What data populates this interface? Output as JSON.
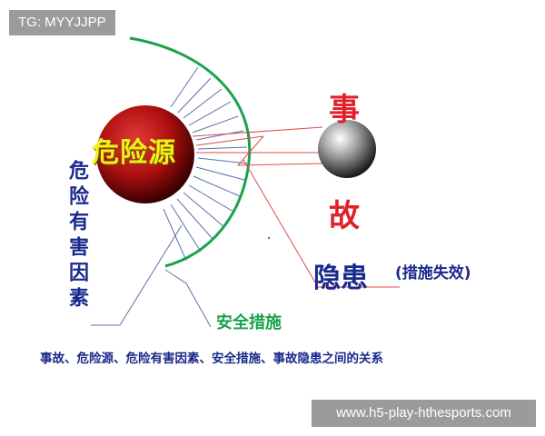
{
  "badge": {
    "text": "TG: MYYJJPP"
  },
  "watermark": {
    "text": "www.h5-play-hthesports.com"
  },
  "labels": {
    "hazard_source": "危险源",
    "hazard_factors": "危险有害因素",
    "accident_top": "事",
    "accident_bottom": "故",
    "hidden_danger": "隐患",
    "measure_failure": "(措施失效)",
    "safety_measures": "安全措施"
  },
  "caption": "事故、危险源、危险有害因素、安全措施、事故隐患之间的关系",
  "colors": {
    "hazard_text": "#f0f018",
    "factor_text": "#1a2a8c",
    "accident_text": "#e0202a",
    "safety_text": "#1aa24a",
    "barrier_arc": "#1aa24a",
    "red_ball": "#b01010",
    "grey_ball": "#7a7a7a",
    "connector_red": "#e04a4a",
    "hatch_blue": "#5b6fa8"
  }
}
